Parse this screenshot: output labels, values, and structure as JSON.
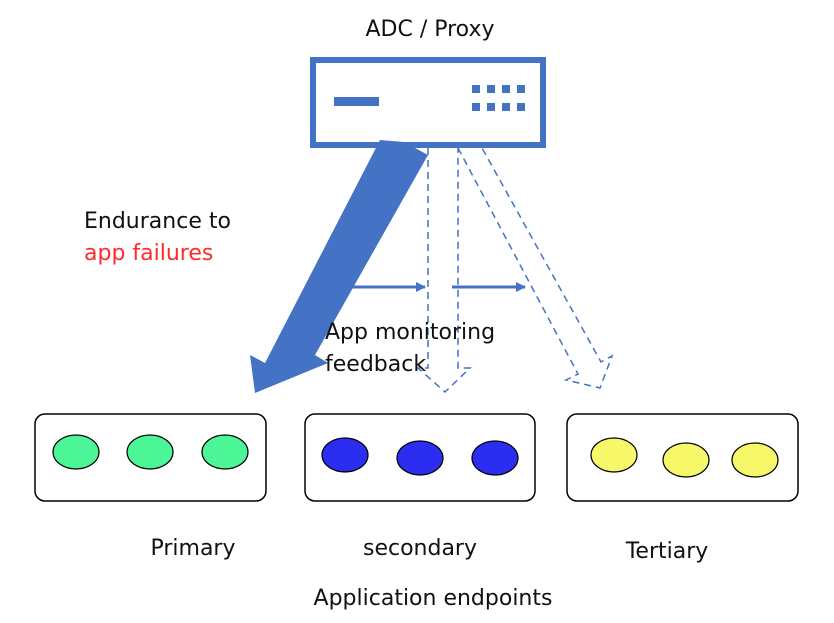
{
  "device": {
    "title": "ADC / Proxy",
    "icon": "load-balancer-icon"
  },
  "annotations": {
    "endurance_line1": "Endurance to",
    "endurance_line2": "app failures",
    "monitoring_line1": "App monitoring",
    "monitoring_line2": "feedback"
  },
  "endpoint_groups": [
    {
      "name": "Primary",
      "node_count": 3,
      "color": "#4cf596"
    },
    {
      "name": "secondary",
      "node_count": 3,
      "color": "#2b2ef0"
    },
    {
      "name": "Tertiary",
      "node_count": 3,
      "color": "#f7f76a"
    }
  ],
  "footer": {
    "caption": "Application endpoints"
  },
  "colors": {
    "accent": "#4472c4",
    "highlight": "#ff2a2a",
    "text": "#111111"
  }
}
